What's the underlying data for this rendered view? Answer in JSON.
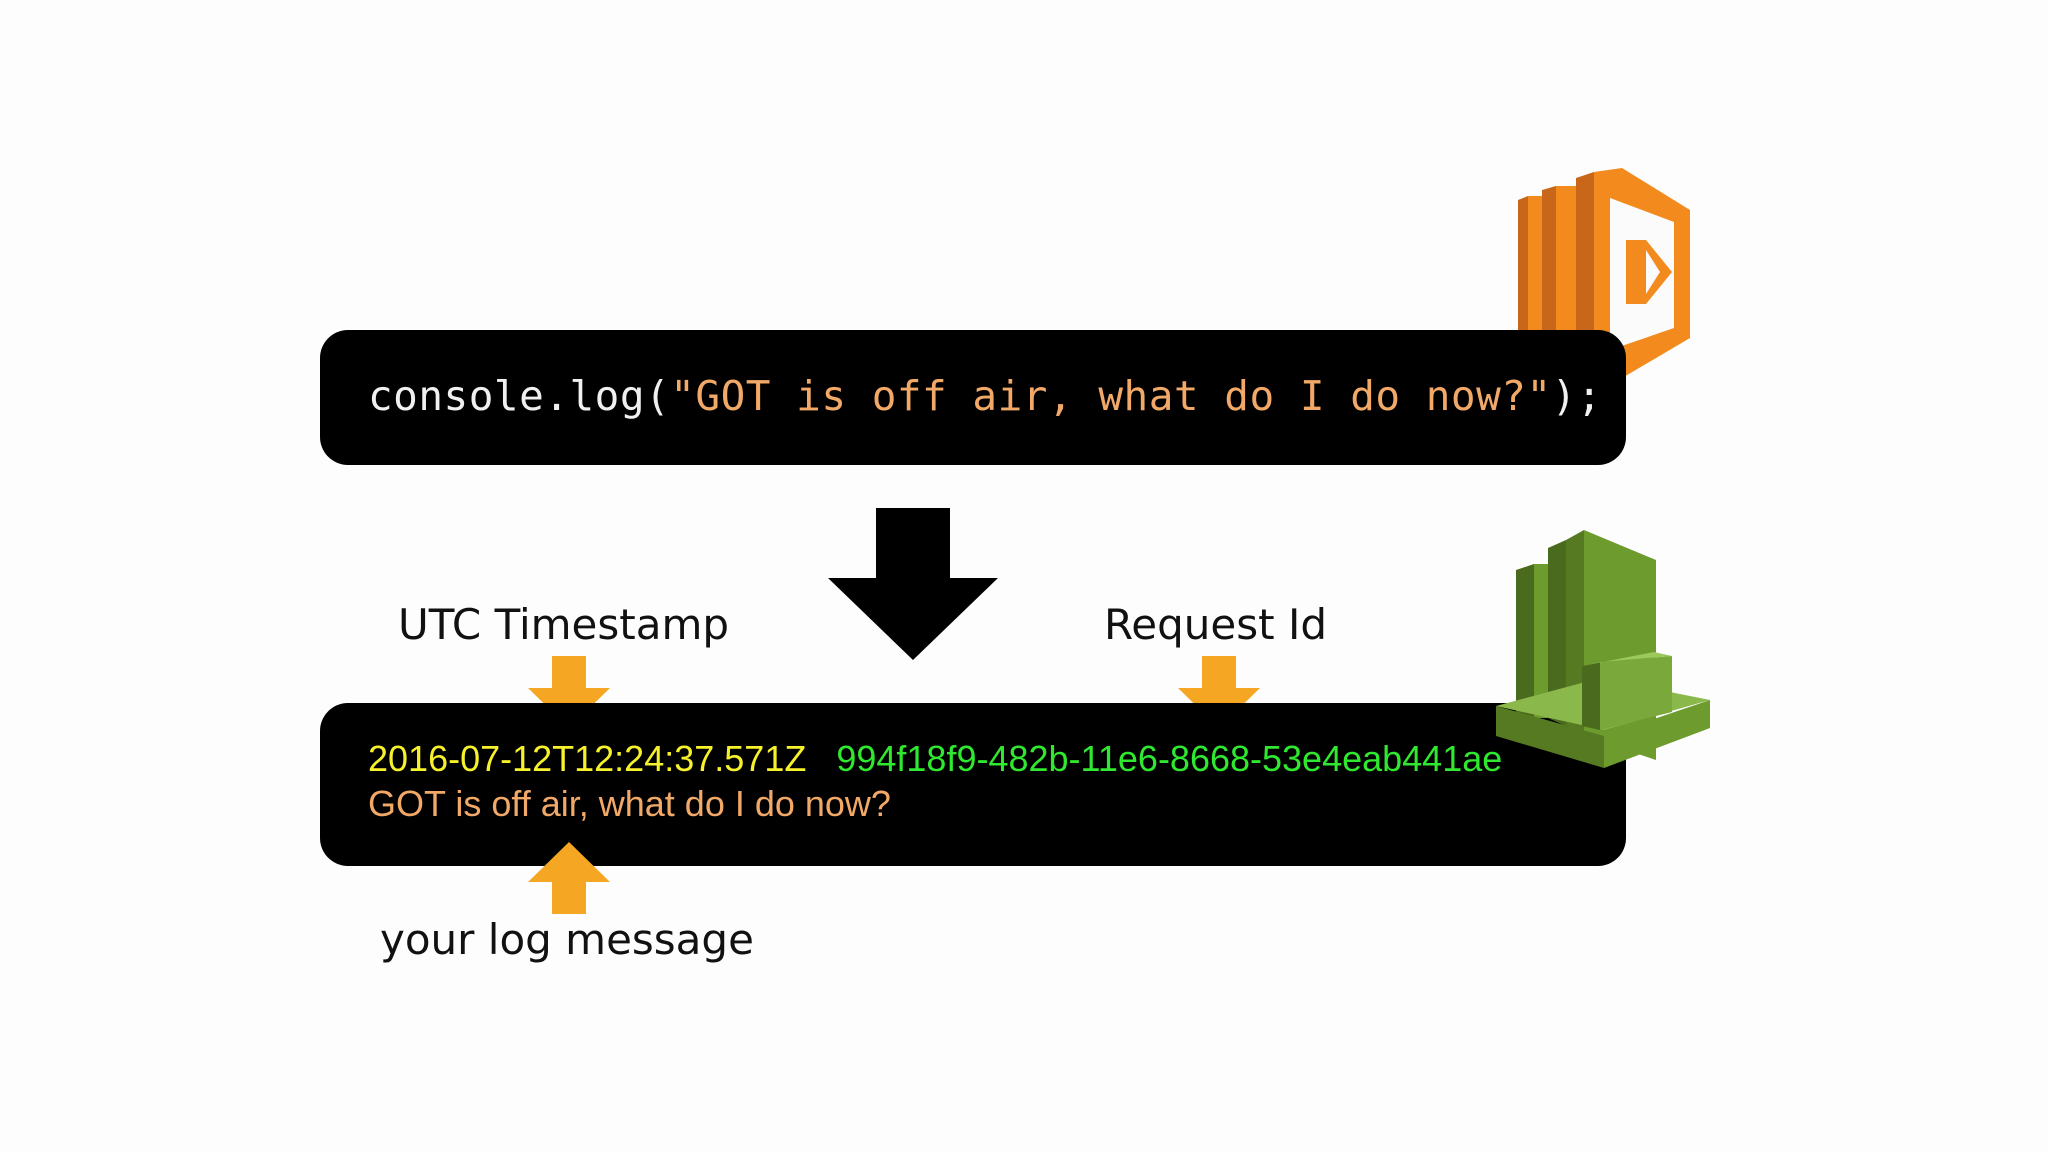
{
  "code": {
    "prefix": "console.log(",
    "string": "\"GOT is off air, what do I do now?\"",
    "suffix": ");"
  },
  "log": {
    "timestamp": "2016-07-12T12:24:37.571Z",
    "request_id": "994f18f9-482b-11e6-8668-53e4eab441ae",
    "message": "GOT is off air, what do I do now?"
  },
  "labels": {
    "utc_timestamp": "UTC Timestamp",
    "request_id": "Request Id",
    "log_message": "your log message"
  },
  "icons": {
    "lambda": "aws-lambda-icon",
    "cloudwatch": "aws-cloudwatch-logs-icon"
  },
  "colors": {
    "code_text": "#f0f0f0",
    "code_string": "#f2a968",
    "timestamp": "#f6f12a",
    "request_id": "#2fe82f",
    "message": "#f2a968",
    "arrow": "#f5a623",
    "lambda_orange": "#f28a1e",
    "cloudwatch_green": "#6d9b2d"
  }
}
